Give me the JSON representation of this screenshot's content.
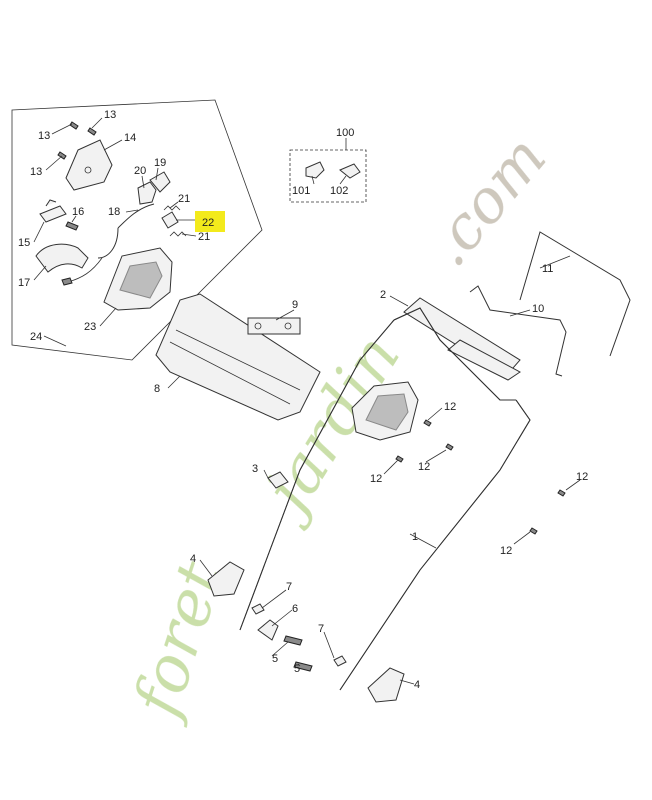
{
  "watermark": {
    "part1": "foret",
    "part2": "jardin",
    "part3": ".com",
    "color_green": "#c4dca0",
    "color_orange": "#f0b060",
    "color_gray": "#c9c2b6"
  },
  "highlight_color": "#f3ea1c",
  "callouts": {
    "c13a": "13",
    "c13b": "13",
    "c13c": "13",
    "c14": "14",
    "c20": "20",
    "c19": "19",
    "c18": "18",
    "c21a": "21",
    "c22": "22",
    "c21b": "21",
    "c16": "16",
    "c15": "15",
    "c17": "17",
    "c23": "23",
    "c24": "24",
    "c100": "100",
    "c101": "101",
    "c102": "102",
    "c9": "9",
    "c8": "8",
    "c11": "11",
    "c2": "2",
    "c10": "10",
    "c12a": "12",
    "c12b": "12",
    "c12c": "12",
    "c12d": "12",
    "c12e": "12",
    "c3": "3",
    "c1": "1",
    "c4a": "4",
    "c7a": "7",
    "c6": "6",
    "c5a": "5",
    "c7b": "7",
    "c5b": "5",
    "c4b": "4"
  }
}
